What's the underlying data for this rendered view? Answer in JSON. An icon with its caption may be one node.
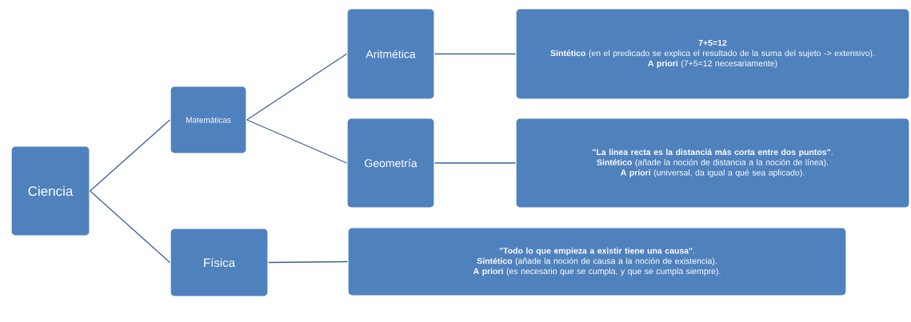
{
  "diagram": {
    "nodes": [
      {
        "text": [
          "Ciencia"
        ]
      },
      {
        "text": [
          "Matemáticas"
        ]
      },
      {
        "text": [
          "Física"
        ]
      },
      {
        "text": [
          "Aritmética"
        ]
      },
      {
        "text": [
          "Geometría"
        ]
      },
      {
        "text": [
          "**7+5=12**",
          "**Sintético** (en el predicado se explica el resultado de la suma del sujeto -> extensivo).",
          "**A priori** (7+5=12 necesariamente)"
        ]
      },
      {
        "text": [
          "**\"La línea recta es la distanciá más corta entre dos puntos\"**.",
          "**Sintético** (añade la noción de distancia a la noción de línea).",
          "**A priori** (universal, da igual a qué sea aplicado)."
        ]
      },
      {
        "text": [
          "**\"Todo lo que empieza a existir tiene una causa\"**.",
          "**Sintético** (añade la noción de causa a la noción de existencia).",
          "**A priori** (es necesario que se cumpla, y que se cumpla siempre)."
        ]
      }
    ],
    "edges": [
      {
        "from": 0,
        "to": 1,
        "arrow": "none"
      },
      {
        "from": 0,
        "to": 2,
        "arrow": "none"
      },
      {
        "from": 1,
        "to": 3,
        "arrow": "none"
      },
      {
        "from": 1,
        "to": 4,
        "arrow": "none"
      },
      {
        "from": 3,
        "to": 5,
        "arrow": "none"
      },
      {
        "from": 4,
        "to": 6,
        "arrow": "none"
      },
      {
        "from": 2,
        "to": 7,
        "arrow": "none"
      }
    ]
  }
}
